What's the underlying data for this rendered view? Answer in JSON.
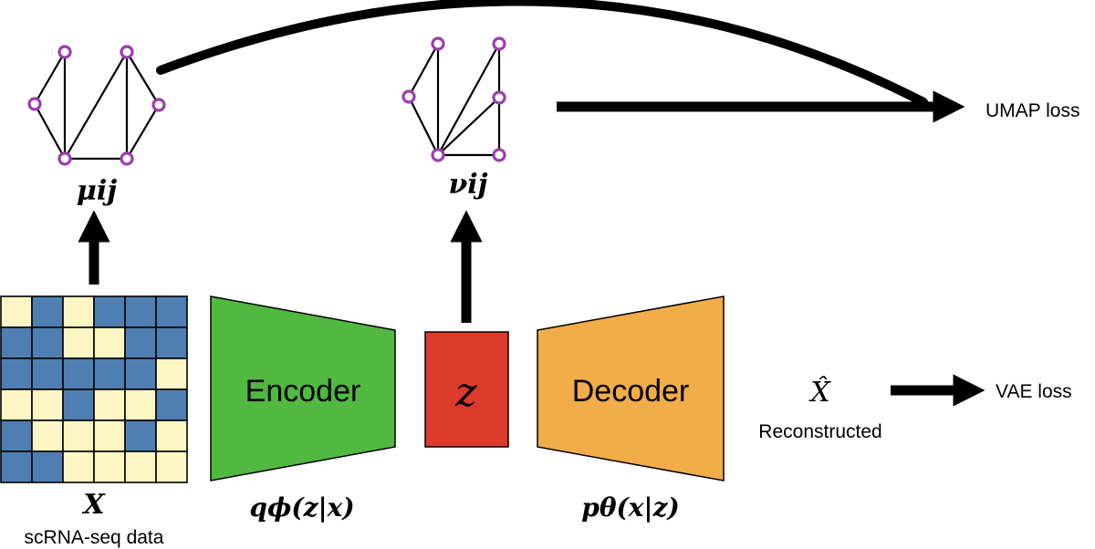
{
  "diagram": {
    "colors": {
      "matrix_blue": "#4f7fb2",
      "matrix_cream": "#fbf6c3",
      "encoder_green": "#51b840",
      "latent_red": "#dc3b2c",
      "decoder_orange": "#f2ac4a",
      "node_purple": "#9a3fae",
      "arrow_black": "#000000"
    },
    "input": {
      "symbol": "X",
      "caption": "scRNA-seq data",
      "matrix": [
        [
          "cream",
          "blue",
          "cream",
          "blue",
          "blue",
          "blue"
        ],
        [
          "blue",
          "blue",
          "cream",
          "cream",
          "blue",
          "blue"
        ],
        [
          "blue",
          "blue",
          "blue",
          "blue",
          "blue",
          "cream"
        ],
        [
          "cream",
          "cream",
          "blue",
          "cream",
          "cream",
          "blue"
        ],
        [
          "blue",
          "cream",
          "cream",
          "cream",
          "blue",
          "cream"
        ],
        [
          "blue",
          "blue",
          "cream",
          "cream",
          "cream",
          "cream"
        ]
      ]
    },
    "encoder": {
      "label": "Encoder",
      "formula": "qϕ(z|x)"
    },
    "latent": {
      "label": "z"
    },
    "decoder": {
      "label": "Decoder",
      "formula": "pθ(x|z)"
    },
    "output": {
      "symbol": "X̂",
      "caption": "Reconstructed"
    },
    "high_dim_graph": {
      "label": "μij"
    },
    "low_dim_graph": {
      "label": "νij"
    },
    "losses": {
      "umap": "UMAP loss",
      "vae": "VAE loss"
    }
  }
}
